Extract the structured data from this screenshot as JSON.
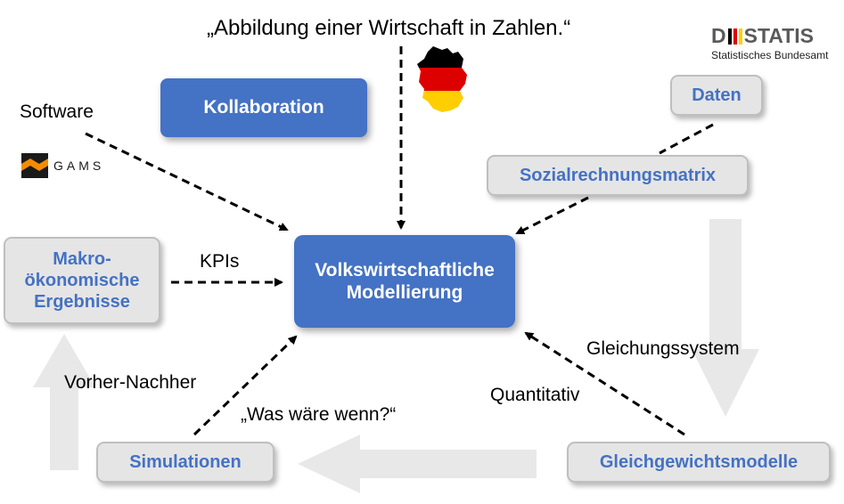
{
  "quote_top": "„Abbildung einer Wirtschaft in Zahlen.“",
  "logo": {
    "name": "DESTATIS",
    "subtitle": "Statistisches Bundesamt"
  },
  "nodes": {
    "kollaboration": "Kollaboration",
    "daten": "Daten",
    "sam": "Sozialrechnungsmatrix",
    "center_line1": "Volkswirtschaftliche",
    "center_line2": "Modellierung",
    "makro_line1": "Makro-",
    "makro_line2": "ökonomische",
    "makro_line3": "Ergebnisse",
    "simulationen": "Simulationen",
    "gleichgewicht": "Gleichgewichtsmodelle"
  },
  "labels": {
    "software": "Software",
    "gams": "GAMS",
    "kpis": "KPIs",
    "gleichungssystem": "Gleichungssystem",
    "quantitativ": "Quantitativ",
    "vorher_nachher": "Vorher-Nachher",
    "was_waere": "„Was wäre wenn?“"
  },
  "colors": {
    "accent_blue": "#4472c4",
    "box_grey": "#e5e5e5",
    "cycle_arrow": "#e8e8e8",
    "flag_black": "#000000",
    "flag_red": "#dd0000",
    "flag_gold": "#ffce00",
    "gams_orange": "#f28c00"
  }
}
